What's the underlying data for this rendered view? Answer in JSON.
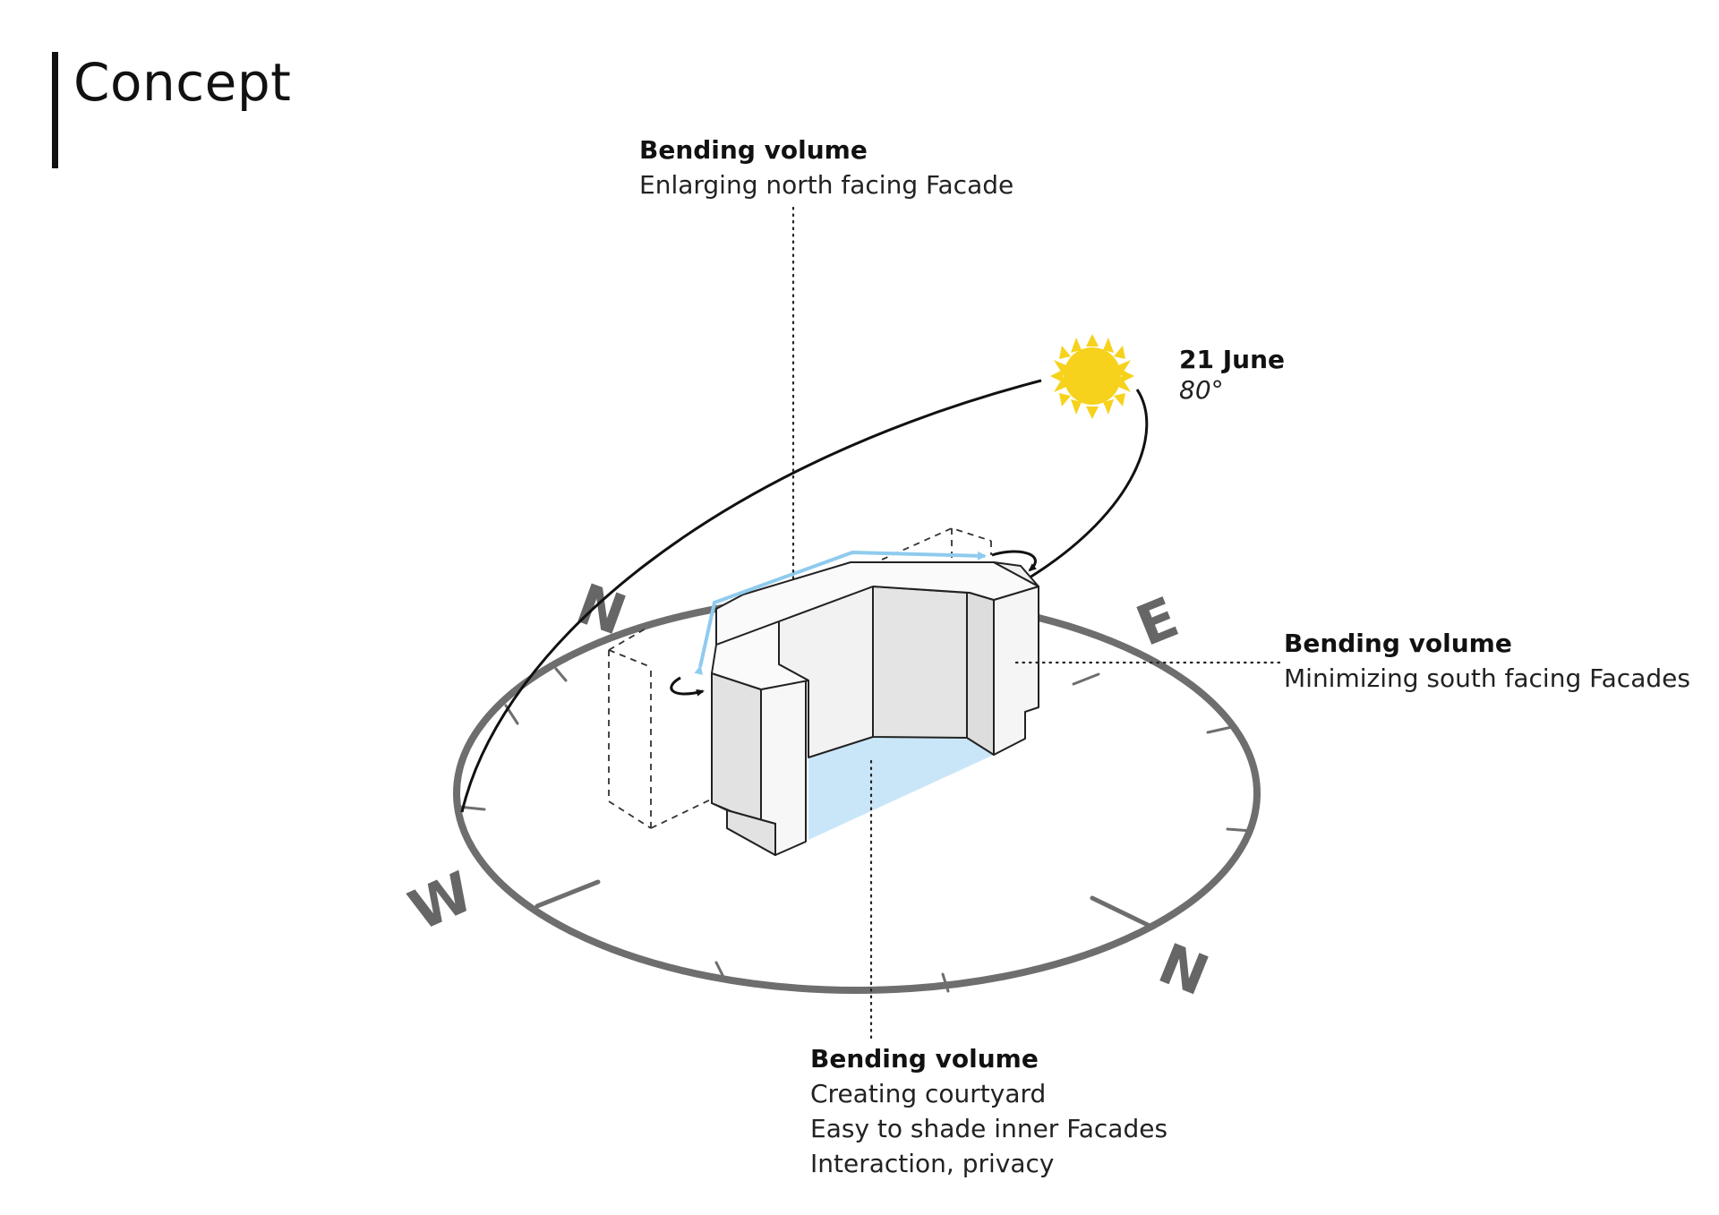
{
  "page": {
    "title": "Concept"
  },
  "annotations": {
    "top": {
      "heading": "Bending volume",
      "lines": [
        "Enlarging  north facing Facade"
      ]
    },
    "right": {
      "heading": "Bending volume",
      "lines": [
        "Minimizing south facing Facades"
      ]
    },
    "bottom": {
      "heading": "Bending volume",
      "lines": [
        "Creating courtyard",
        "Easy to shade inner Facades",
        "Interaction, privacy"
      ]
    }
  },
  "sun": {
    "date": "21 June",
    "angle": "80°",
    "icon": "sun-icon",
    "color": "#f7d21c"
  },
  "compass": {
    "labels": {
      "north_back": "N",
      "east": "E",
      "west": "W",
      "north_front": "N"
    },
    "ring_color": "#6e6e6e"
  },
  "colors": {
    "volume_top": "#f7f7f7",
    "volume_side": "#e2e2e2",
    "courtyard_shade": "#c9e6f8",
    "bend_arrow": "#8fcbee",
    "text": "#111111"
  }
}
